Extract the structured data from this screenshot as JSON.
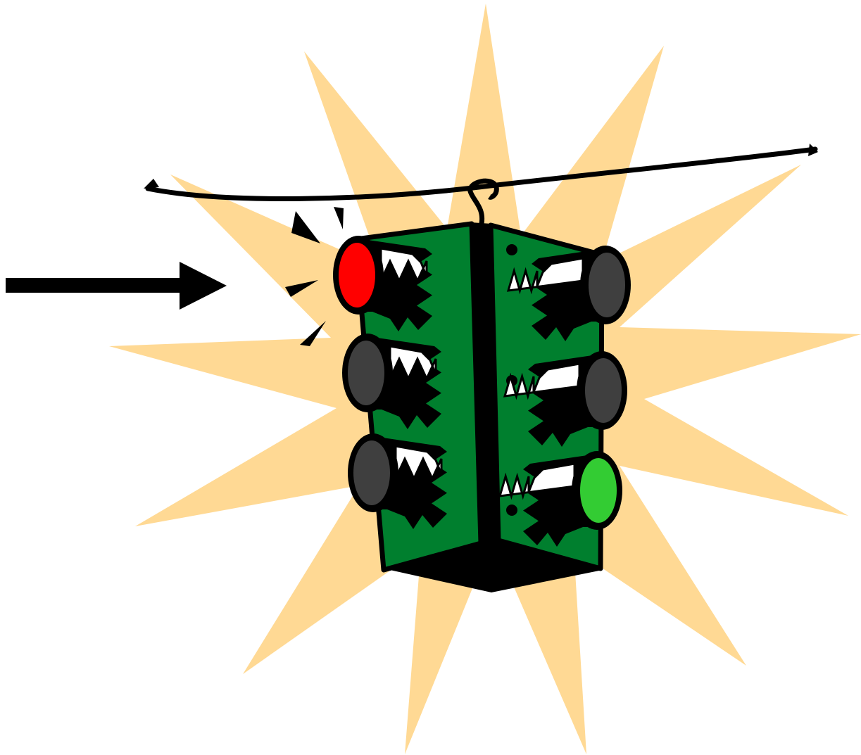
{
  "colors": {
    "background": "#FFFFFF",
    "burst": "#FFD994",
    "housing": "#007F2E",
    "outline": "#000000",
    "lamp_red_lit": "#FF0000",
    "lamp_green_lit": "#33CC33",
    "lamp_off": "#3F3F3F",
    "visor_highlight": "#FFFFFF"
  },
  "icons": {
    "arrow": "right-arrow-icon",
    "burst": "starburst-icon",
    "signal": "traffic-light-icon",
    "flash": "flash-spark-icon"
  },
  "signals": {
    "left_face": [
      "red",
      "off",
      "off"
    ],
    "right_face": [
      "off",
      "off",
      "green"
    ]
  }
}
